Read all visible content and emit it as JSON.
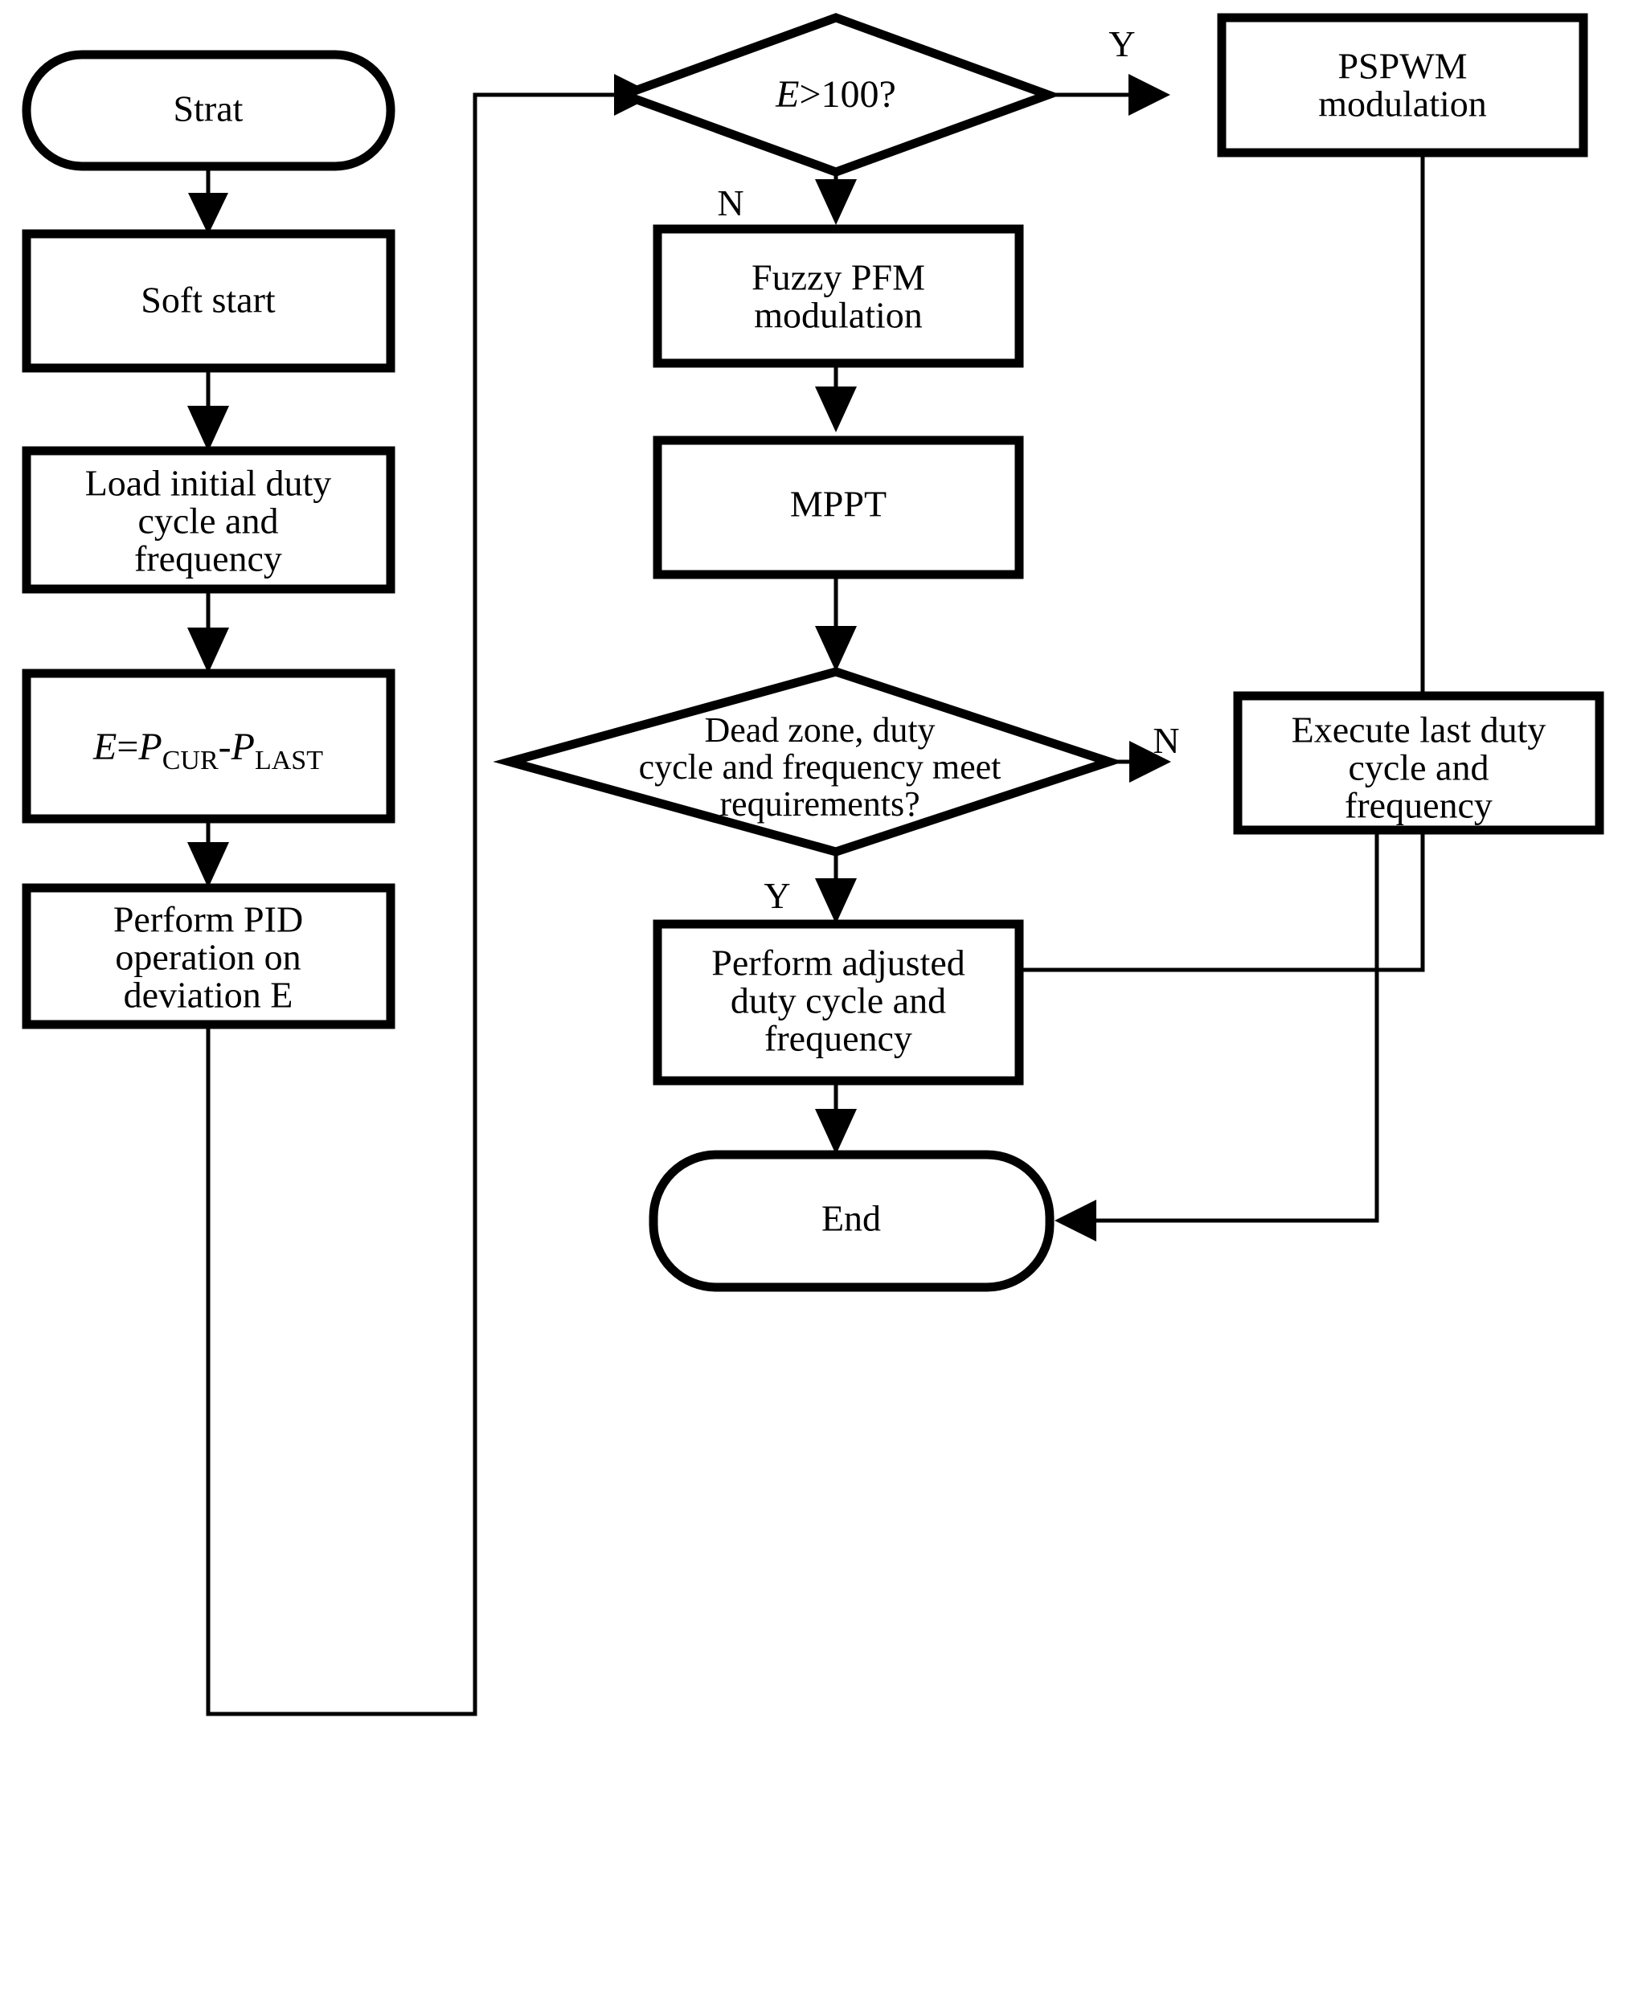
{
  "diagram": {
    "title": "Control strategy flowchart",
    "type": "flowchart",
    "background_color": "#ffffff",
    "stroke_color": "#000000",
    "nodes": {
      "start": {
        "label": "Strat",
        "shape": "terminator"
      },
      "soft_start": {
        "label": "Soft start",
        "shape": "process"
      },
      "load_initial": {
        "line1": "Load initial duty",
        "line2": "cycle and",
        "line3": "frequency",
        "shape": "process"
      },
      "error_calc": {
        "expr_e": "E",
        "expr_eq": "=",
        "expr_p1": "P",
        "expr_sub1": "CUR",
        "expr_minus": "-",
        "expr_p2": "P",
        "expr_sub2": "LAST",
        "plain": "E=PCUR-PLAST",
        "shape": "process"
      },
      "pid": {
        "line1": "Perform PID",
        "line2": "operation on",
        "line3": "deviation E",
        "shape": "process"
      },
      "decision_e": {
        "expr_e": "E",
        "expr_rest": ">100?",
        "plain": "E>100?",
        "shape": "decision"
      },
      "pspwm": {
        "line1": "PSPWM",
        "line2": "modulation",
        "shape": "process"
      },
      "fuzzy_pfm": {
        "line1": "Fuzzy PFM",
        "line2": "modulation",
        "shape": "process"
      },
      "mppt": {
        "label": "MPPT",
        "shape": "process"
      },
      "decision_dead_zone": {
        "line1": "Dead zone, duty",
        "line2": "cycle and frequency meet",
        "line3": "requirements?",
        "shape": "decision"
      },
      "execute_last": {
        "line1": "Execute last duty",
        "line2": "cycle and",
        "line3": "frequency",
        "shape": "process"
      },
      "perform_adjusted": {
        "line1": "Perform adjusted",
        "line2": "duty cycle and",
        "line3": "frequency",
        "shape": "process"
      },
      "end": {
        "label": "End",
        "shape": "terminator"
      }
    },
    "branch_labels": {
      "e_yes": "Y",
      "e_no": "N",
      "dead_zone_no": "N",
      "dead_zone_yes": "Y"
    }
  }
}
